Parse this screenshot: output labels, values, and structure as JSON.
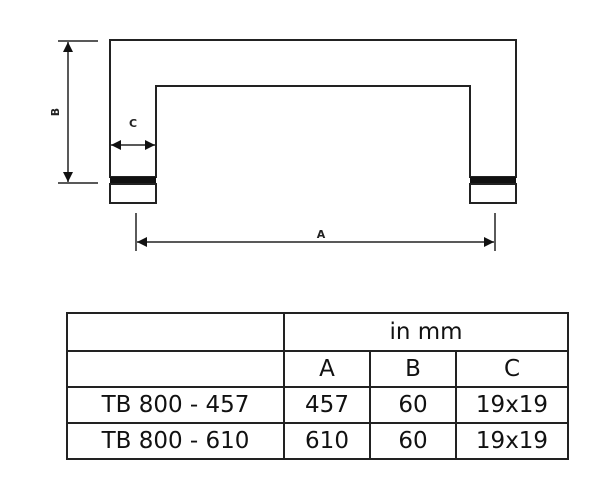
{
  "diagram": {
    "type": "technical-drawing",
    "subject": "U-shaped handle",
    "dimension_labels": {
      "a": "A",
      "b": "B",
      "c": "C"
    },
    "colors": {
      "line": "#222222",
      "background": "#ffffff"
    }
  },
  "table": {
    "units_label": "in mm",
    "column_headers": [
      "A",
      "B",
      "C"
    ],
    "rows": [
      {
        "model": "TB 800 - 457",
        "a": "457",
        "b": "60",
        "c": "19x19"
      },
      {
        "model": "TB 800 - 610",
        "a": "610",
        "b": "60",
        "c": "19x19"
      }
    ]
  }
}
